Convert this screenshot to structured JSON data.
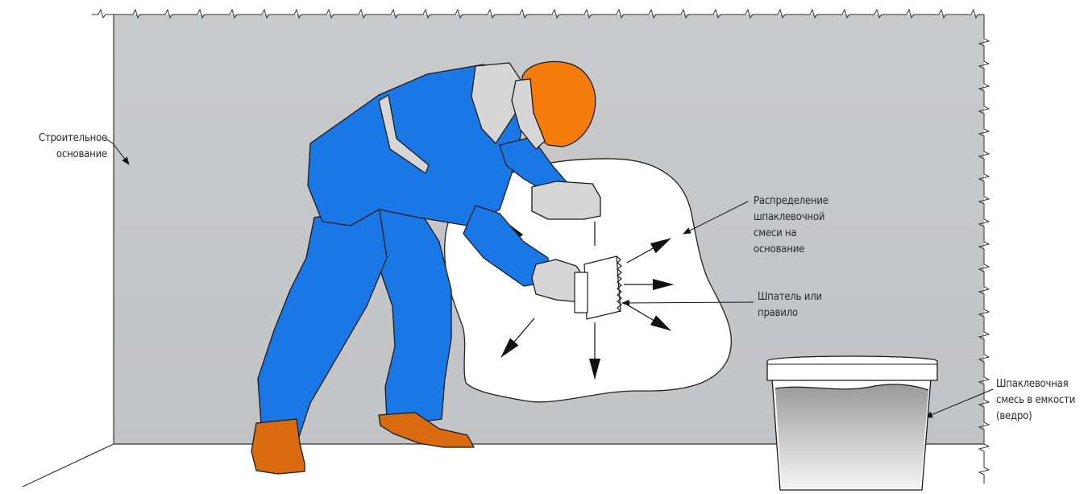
{
  "labels": {
    "base": [
      "Строительное",
      "основание"
    ],
    "distribution": [
      "Распределение",
      "шпаклевочной",
      "смеси на",
      "основание"
    ],
    "spatula": [
      "Шпатель или",
      "правило"
    ],
    "bucket": [
      "Шпаклевочная",
      "смесь в емкости",
      "(ведро)"
    ]
  },
  "colors": {
    "wall": "#c7c8ca",
    "floor": "#ffffff",
    "plaster": "#ffffff",
    "suit": "#1a78e6",
    "helmet": "#f57c0c",
    "boots": "#d96a10",
    "gloves": "#d6d6d6",
    "bucket_fill": "#8c8c8c",
    "outline": "#1a1a1a"
  }
}
